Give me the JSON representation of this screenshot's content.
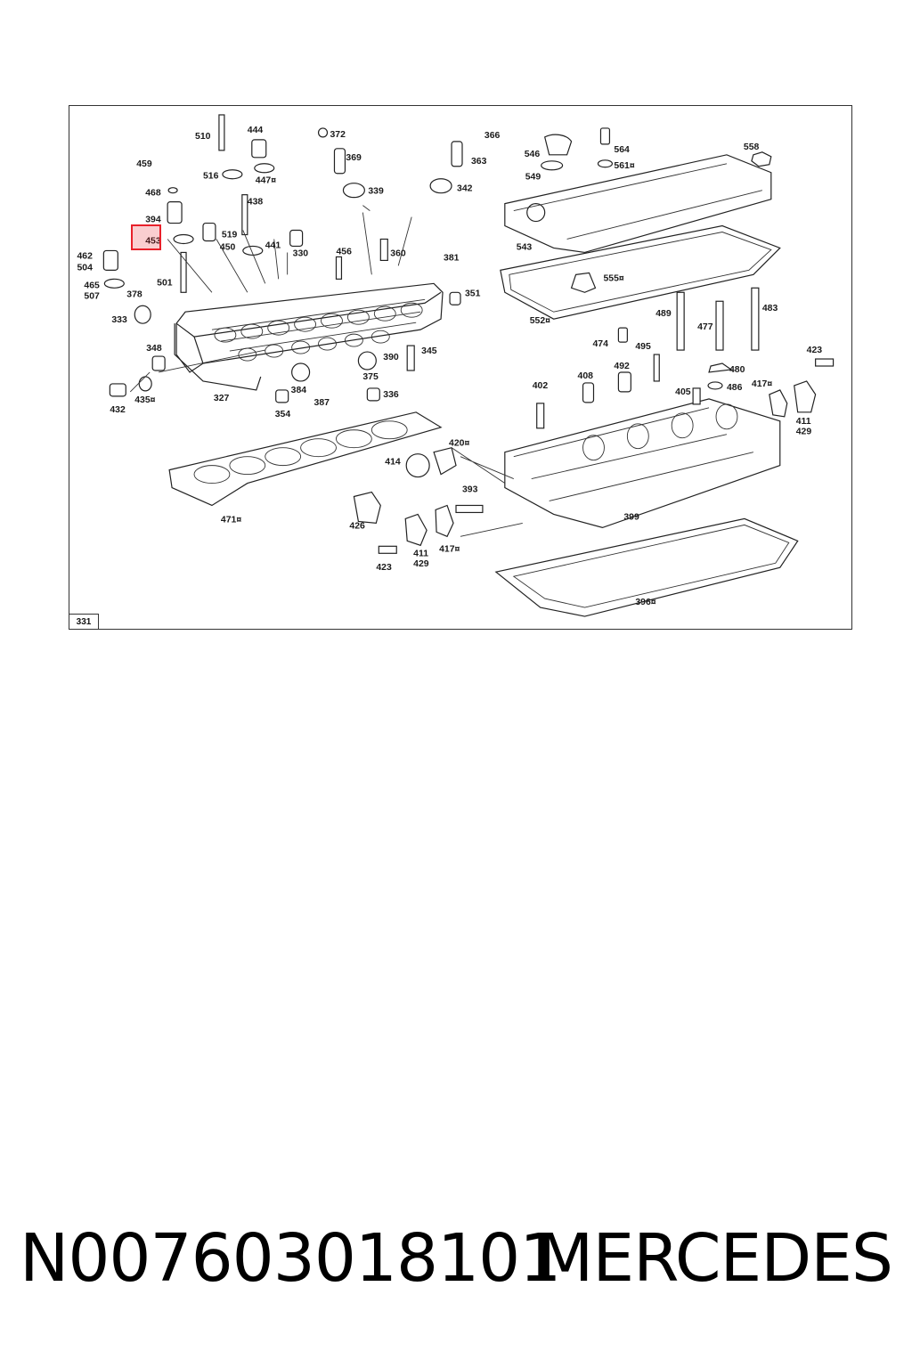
{
  "diagram": {
    "reference_badge": "331",
    "highlighted_label": "453",
    "colors": {
      "highlight": "#e8202a",
      "line": "#222222"
    },
    "labels": [
      {
        "id": "510",
        "text": "510"
      },
      {
        "id": "444",
        "text": "444"
      },
      {
        "id": "372",
        "text": "372"
      },
      {
        "id": "366",
        "text": "366"
      },
      {
        "id": "546",
        "text": "546"
      },
      {
        "id": "564",
        "text": "564"
      },
      {
        "id": "558",
        "text": "558"
      },
      {
        "id": "459",
        "text": "459"
      },
      {
        "id": "369",
        "text": "369"
      },
      {
        "id": "363",
        "text": "363"
      },
      {
        "id": "561",
        "text": "561¤"
      },
      {
        "id": "549",
        "text": "549"
      },
      {
        "id": "516",
        "text": "516"
      },
      {
        "id": "447",
        "text": "447¤"
      },
      {
        "id": "468",
        "text": "468"
      },
      {
        "id": "339",
        "text": "339"
      },
      {
        "id": "342",
        "text": "342"
      },
      {
        "id": "438",
        "text": "438"
      },
      {
        "id": "394",
        "text": "394"
      },
      {
        "id": "519",
        "text": "519"
      },
      {
        "id": "453",
        "text": "453"
      },
      {
        "id": "450",
        "text": "450"
      },
      {
        "id": "441",
        "text": "441"
      },
      {
        "id": "543",
        "text": "543"
      },
      {
        "id": "462",
        "text": "462"
      },
      {
        "id": "504",
        "text": "504"
      },
      {
        "id": "330",
        "text": "330"
      },
      {
        "id": "456",
        "text": "456"
      },
      {
        "id": "360",
        "text": "360"
      },
      {
        "id": "381",
        "text": "381"
      },
      {
        "id": "555",
        "text": "555¤"
      },
      {
        "id": "465",
        "text": "465"
      },
      {
        "id": "507",
        "text": "507"
      },
      {
        "id": "501",
        "text": "501"
      },
      {
        "id": "378",
        "text": "378"
      },
      {
        "id": "351",
        "text": "351"
      },
      {
        "id": "333",
        "text": "333"
      },
      {
        "id": "552",
        "text": "552¤"
      },
      {
        "id": "489",
        "text": "489"
      },
      {
        "id": "477",
        "text": "477"
      },
      {
        "id": "483",
        "text": "483"
      },
      {
        "id": "348",
        "text": "348"
      },
      {
        "id": "345",
        "text": "345"
      },
      {
        "id": "474",
        "text": "474"
      },
      {
        "id": "495",
        "text": "495"
      },
      {
        "id": "390",
        "text": "390"
      },
      {
        "id": "423a",
        "text": "423"
      },
      {
        "id": "492",
        "text": "492"
      },
      {
        "id": "480",
        "text": "480"
      },
      {
        "id": "375",
        "text": "375"
      },
      {
        "id": "408",
        "text": "408"
      },
      {
        "id": "417a",
        "text": "417¤"
      },
      {
        "id": "432",
        "text": "432"
      },
      {
        "id": "435",
        "text": "435¤"
      },
      {
        "id": "327",
        "text": "327"
      },
      {
        "id": "384",
        "text": "384"
      },
      {
        "id": "336",
        "text": "336"
      },
      {
        "id": "402",
        "text": "402"
      },
      {
        "id": "405",
        "text": "405"
      },
      {
        "id": "486",
        "text": "486"
      },
      {
        "id": "387",
        "text": "387"
      },
      {
        "id": "354",
        "text": "354"
      },
      {
        "id": "411a",
        "text": "411"
      },
      {
        "id": "429a",
        "text": "429"
      },
      {
        "id": "420",
        "text": "420¤"
      },
      {
        "id": "414",
        "text": "414"
      },
      {
        "id": "393",
        "text": "393"
      },
      {
        "id": "471",
        "text": "471¤"
      },
      {
        "id": "399",
        "text": "399"
      },
      {
        "id": "426",
        "text": "426"
      },
      {
        "id": "411b",
        "text": "411"
      },
      {
        "id": "429b",
        "text": "429"
      },
      {
        "id": "417b",
        "text": "417¤"
      },
      {
        "id": "423b",
        "text": "423"
      },
      {
        "id": "396",
        "text": "396¤"
      }
    ]
  },
  "footer": {
    "part_number": "N007603018101",
    "brand": "MERCEDES"
  }
}
